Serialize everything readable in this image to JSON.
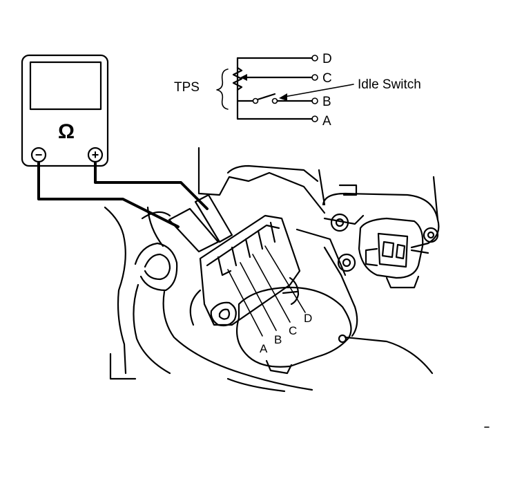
{
  "meter": {
    "symbol": "Ω",
    "negative_symbol": "−",
    "positive_symbol": "+"
  },
  "schematic": {
    "tps_label": "TPS",
    "idle_switch_label": "Idle Switch",
    "terminals": [
      "D",
      "C",
      "B",
      "A"
    ]
  },
  "connector_pins": [
    "A",
    "B",
    "C",
    "D"
  ]
}
